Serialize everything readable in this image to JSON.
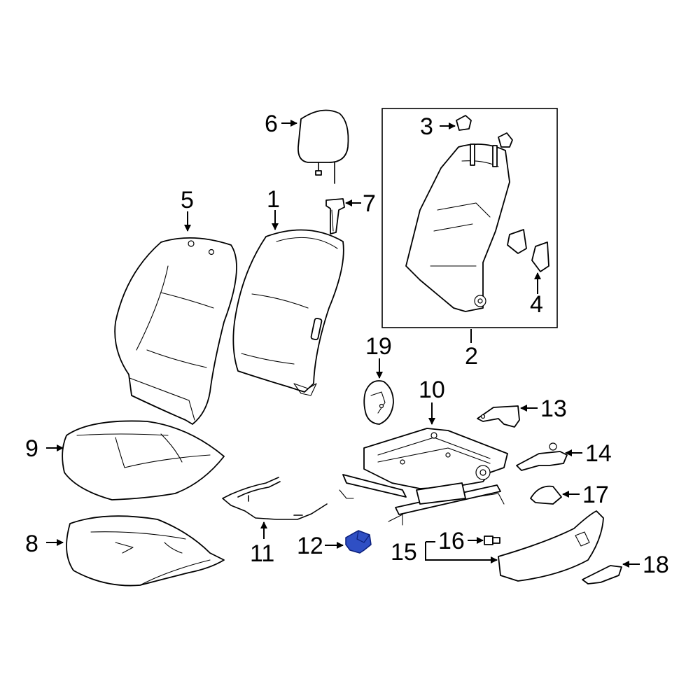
{
  "callouts": {
    "c1": "1",
    "c2": "2",
    "c3": "3",
    "c4": "4",
    "c5": "5",
    "c6": "6",
    "c7": "7",
    "c8": "8",
    "c9": "9",
    "c10": "10",
    "c11": "11",
    "c12": "12",
    "c13": "13",
    "c14": "14",
    "c15": "15",
    "c16": "16",
    "c17": "17",
    "c18": "18",
    "c19": "19"
  },
  "colors": {
    "line": "#000000",
    "background": "#ffffff",
    "highlight_fill": "#2f4fc4",
    "highlight_stroke": "#0b1f7a"
  },
  "highlighted_part": "12"
}
